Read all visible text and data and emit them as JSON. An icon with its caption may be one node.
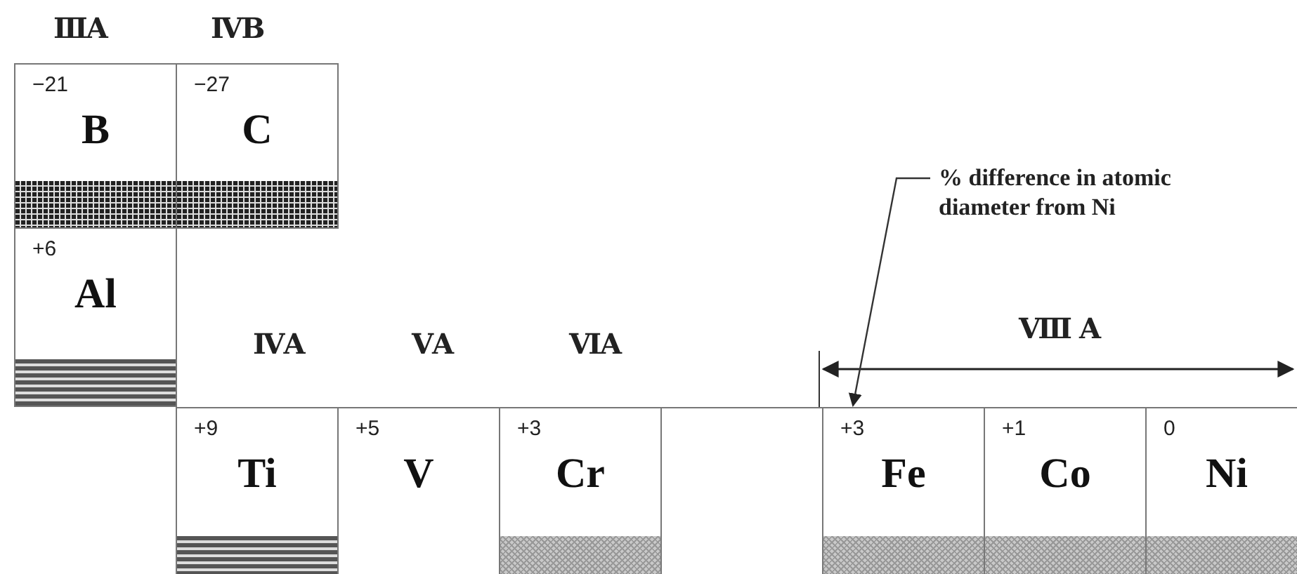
{
  "diagram": {
    "nodes": [
      {
        "text": [
          "−21",
          "B"
        ]
      },
      {
        "text": [
          "−27",
          "C"
        ]
      },
      {
        "text": [
          "+6",
          "Al"
        ]
      },
      {
        "text": [
          "% difference in atomic diameter from Ni"
        ]
      },
      {
        "text": [
          "+9",
          "Ti"
        ]
      },
      {
        "text": [
          "+5",
          "V"
        ]
      },
      {
        "text": [
          "+3",
          "Cr"
        ]
      },
      {
        "text": [],
        "shape": "box"
      },
      {
        "text": [
          "+3",
          "Fe"
        ]
      },
      {
        "text": [
          "+1",
          "Co"
        ]
      },
      {
        "text": [
          "0",
          "Ni"
        ]
      },
      {
        "text": [],
        "shape": "bar",
        "in": 0
      },
      {
        "text": [],
        "shape": "bar",
        "in": 1
      },
      {
        "text": [],
        "shape": "bar",
        "in": 2
      },
      {
        "text": [],
        "shape": "bar",
        "in": 4
      },
      {
        "text": [],
        "shape": "bar",
        "in": 6
      },
      {
        "text": [],
        "shape": "bar",
        "in": 8
      },
      {
        "text": [],
        "shape": "bar",
        "in": 9
      },
      {
        "text": [],
        "shape": "bar",
        "in": 10
      }
    ],
    "edges": [
      {
        "from": 3,
        "to": 8,
        "arrow": "to"
      }
    ],
    "labels": [
      "ⅢA",
      "ⅣB",
      "ⅣA",
      "ⅤA",
      "ⅥA",
      "Ⅷ A"
    ]
  }
}
